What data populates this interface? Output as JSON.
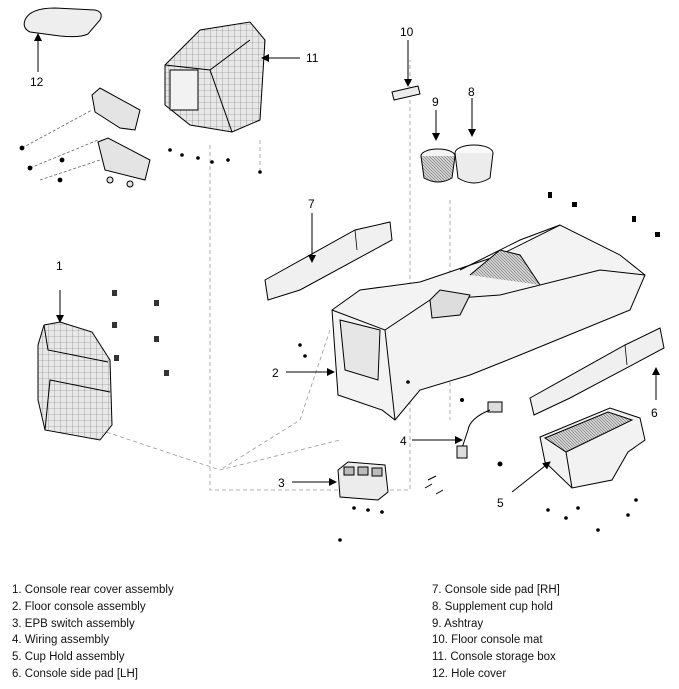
{
  "callouts": [
    "1",
    "2",
    "3",
    "4",
    "5",
    "6",
    "7",
    "8",
    "9",
    "10",
    "11",
    "12"
  ],
  "legend": {
    "left": [
      "1. Console rear cover assembly",
      "2. Floor console assembly",
      "3. EPB switch assembly",
      "4. Wiring assembly",
      "5. Cup Hold assembly",
      "6. Console side pad [LH]"
    ],
    "right": [
      "7. Console side pad [RH]",
      "8. Supplement cup hold",
      "9. Ashtray",
      "10. Floor console mat",
      "11. Console storage box",
      "12. Hole cover"
    ]
  }
}
